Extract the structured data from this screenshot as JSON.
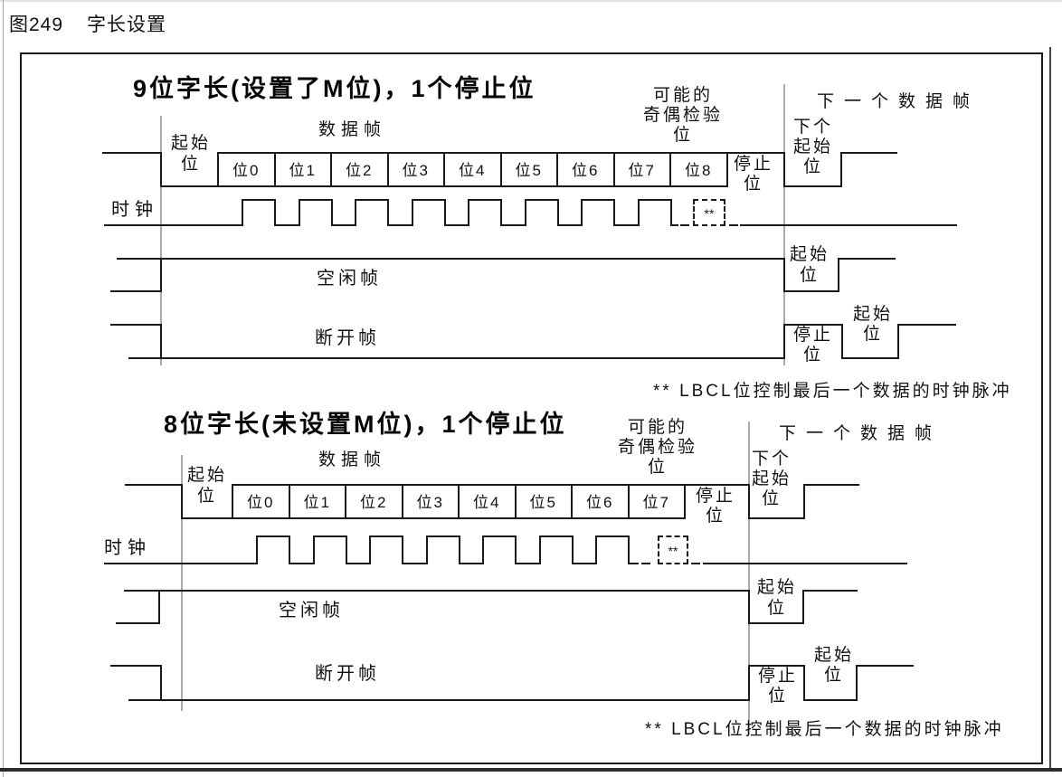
{
  "figure": {
    "number": "图249",
    "title": "字长设置"
  },
  "diagrams": [
    {
      "heading": "9位字长(设置了M位)，1个停止位",
      "data_frame": "数据帧",
      "start_bit": [
        "起始",
        "位"
      ],
      "bits": [
        "位0",
        "位1",
        "位2",
        "位3",
        "位4",
        "位5",
        "位6",
        "位7",
        "位8"
      ],
      "stop_bit": [
        "停止",
        "位"
      ],
      "parity": [
        "可能的",
        "奇偶检验",
        "位"
      ],
      "next_frame": "下一个数据帧",
      "next_start": [
        "下个",
        "起始",
        "位"
      ],
      "clock": "时钟",
      "clock_note": "**",
      "idle_frame": "空闲帧",
      "idle_start": [
        "起始",
        "位"
      ],
      "break_frame": "断开帧",
      "break_stop": [
        "停止",
        "位"
      ],
      "break_start": [
        "起始",
        "位"
      ],
      "footnote": "** LBCL位控制最后一个数据的时钟脉冲"
    },
    {
      "heading": "8位字长(未设置M位)，1个停止位",
      "data_frame": "数据帧",
      "start_bit": [
        "起始",
        "位"
      ],
      "bits": [
        "位0",
        "位1",
        "位2",
        "位3",
        "位4",
        "位5",
        "位6",
        "位7"
      ],
      "stop_bit": [
        "停止",
        "位"
      ],
      "parity": [
        "可能的",
        "奇偶检验",
        "位"
      ],
      "next_frame": "下一个数据帧",
      "next_start": [
        "下个",
        "起始",
        "位"
      ],
      "clock": "时钟",
      "clock_note": "**",
      "idle_frame": "空闲帧",
      "idle_start": [
        "起始",
        "位"
      ],
      "break_frame": "断开帧",
      "break_stop": [
        "停止",
        "位"
      ],
      "break_start": [
        "起始",
        "位"
      ],
      "footnote": "** LBCL位控制最后一个数据的时钟脉冲"
    }
  ],
  "colors": {
    "line": "#1a1a1a",
    "boundary": "#ababab",
    "text": "#111111"
  }
}
